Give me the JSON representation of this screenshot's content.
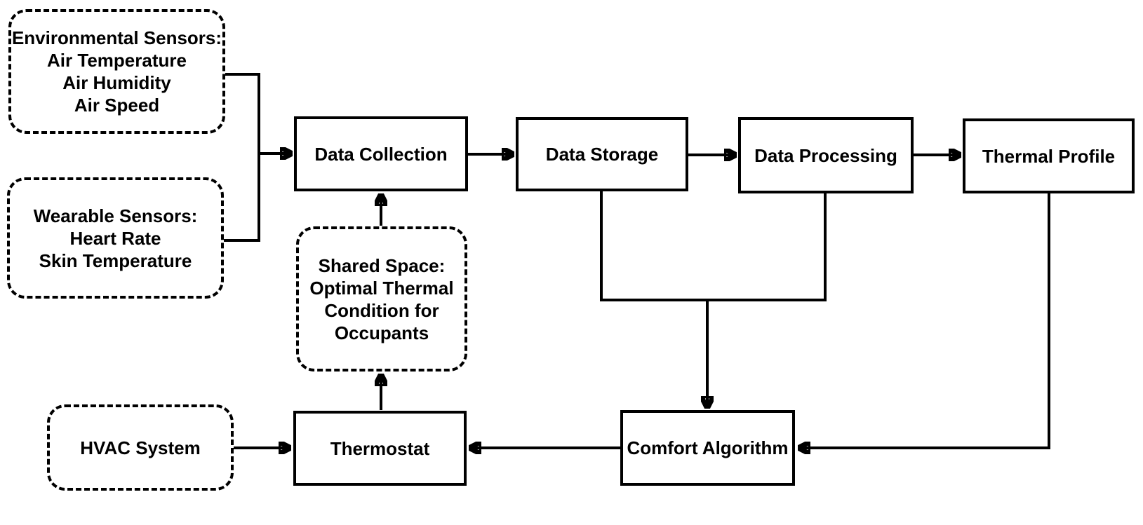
{
  "colors": {
    "background": "#ffffff",
    "ink": "#000000"
  },
  "nodes": {
    "environmental_sensors": {
      "style": "dashed",
      "lines": [
        "Environmental Sensors:",
        "Air Temperature",
        "Air Humidity",
        "Air Speed"
      ]
    },
    "wearable_sensors": {
      "style": "dashed",
      "lines": [
        "Wearable Sensors:",
        "Heart Rate",
        "Skin Temperature"
      ]
    },
    "data_collection": {
      "style": "solid",
      "label": "Data Collection"
    },
    "data_storage": {
      "style": "solid",
      "label": "Data Storage"
    },
    "data_processing": {
      "style": "solid",
      "label": "Data Processing"
    },
    "thermal_profile": {
      "style": "solid",
      "label": "Thermal Profile"
    },
    "shared_space": {
      "style": "dashed",
      "lines": [
        "Shared Space:",
        "Optimal Thermal",
        "Condition for",
        "Occupants"
      ]
    },
    "thermostat": {
      "style": "solid",
      "label": "Thermostat"
    },
    "hvac_system": {
      "style": "dashed",
      "label": "HVAC System"
    },
    "comfort_algorithm": {
      "style": "solid",
      "label": "Comfort Algorithm"
    }
  },
  "edges": [
    {
      "from": "environmental_sensors + wearable_sensors",
      "to": "data_collection",
      "arrow": true
    },
    {
      "from": "data_collection",
      "to": "data_storage",
      "arrow": true
    },
    {
      "from": "data_storage",
      "to": "data_processing",
      "arrow": true
    },
    {
      "from": "data_processing",
      "to": "thermal_profile",
      "arrow": true
    },
    {
      "from": "shared_space",
      "to": "data_collection",
      "arrow": true
    },
    {
      "from": "thermostat",
      "to": "shared_space",
      "arrow": true
    },
    {
      "from": "hvac_system",
      "to": "thermostat",
      "arrow": true
    },
    {
      "from": "comfort_algorithm",
      "to": "thermostat",
      "arrow": true
    },
    {
      "from": "data_storage + data_processing",
      "to": "comfort_algorithm",
      "arrow": true
    },
    {
      "from": "thermal_profile",
      "to": "comfort_algorithm",
      "arrow": true
    }
  ]
}
